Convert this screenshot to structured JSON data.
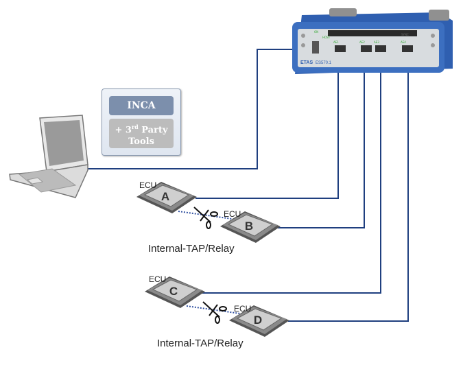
{
  "software": {
    "inca": "INCA",
    "third_party_prefix": "+ 3",
    "third_party_sup": "rd",
    "third_party_suffix": " Party",
    "third_party_line2": "Tools"
  },
  "device": {
    "brand": "ETAS",
    "model": "ES570.1",
    "ports": [
      "AE1",
      "AE2",
      "AE3",
      "AE4"
    ],
    "labels": {
      "on": "ON",
      "host": "HOST",
      "sync": "SYNC"
    }
  },
  "ecus": [
    {
      "id": "A",
      "label": "ECU"
    },
    {
      "id": "B",
      "label": "ECU"
    },
    {
      "id": "C",
      "label": "ECU"
    },
    {
      "id": "D",
      "label": "ECU"
    }
  ],
  "relay_labels": [
    "Internal-TAP/Relay",
    "Internal-TAP/Relay"
  ],
  "colors": {
    "line": "#1f3f7f",
    "device_blue": "#3c6fc0",
    "ecu_gray": "#c8c8c8"
  }
}
